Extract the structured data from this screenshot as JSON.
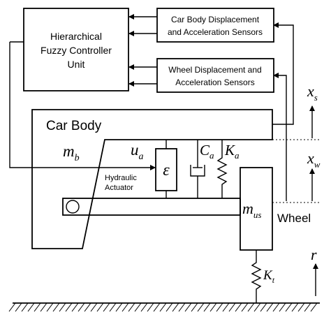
{
  "controller": {
    "line1": "Hierarchical",
    "line2": "Fuzzy Controller",
    "line3": "Unit"
  },
  "car_sensor": {
    "line1": "Car Body Displacement",
    "line2": "and Acceleration Sensors"
  },
  "wheel_sensor": {
    "line1": "Wheel Displacement and",
    "line2": "Acceleration Sensors"
  },
  "car_body": {
    "label": "Car Body",
    "mass": "m",
    "mass_sub": "b"
  },
  "actuator": {
    "force": "u",
    "force_sub": "a",
    "symbol": "ε",
    "line1": "Hydraulic",
    "line2": "Actuator"
  },
  "damper": {
    "symbol": "C",
    "sub": "a"
  },
  "spring": {
    "symbol": "K",
    "sub": "a"
  },
  "wheel": {
    "mass": "m",
    "mass_sub": "us",
    "label": "Wheel"
  },
  "tire": {
    "symbol": "K",
    "sub": "t"
  },
  "outputs": {
    "xs": "x",
    "xs_sub": "s",
    "xw": "x",
    "xw_sub": "w",
    "r": "r"
  }
}
